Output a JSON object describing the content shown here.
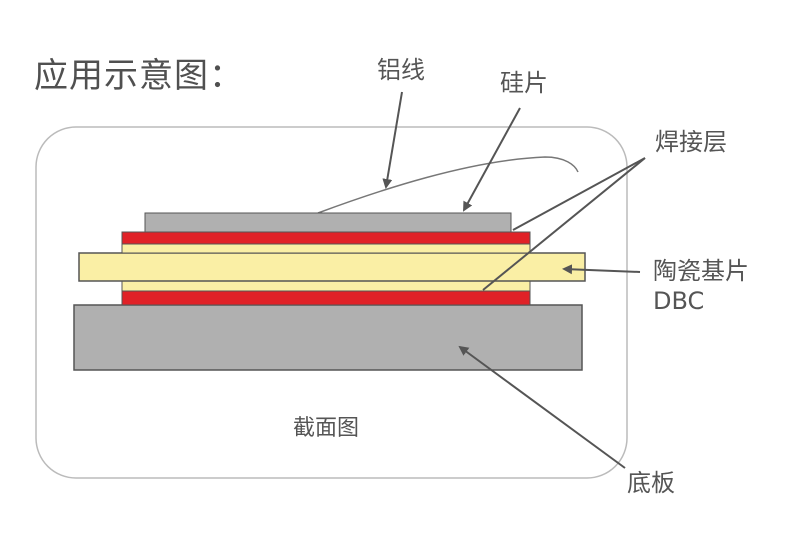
{
  "title": "应用示意图：",
  "labels": {
    "wire": "铝线",
    "chip": "硅片",
    "solder": "焊接层",
    "ceramic": "陶瓷基片",
    "ceramic_sub": "DBC",
    "section": "截面图",
    "base": "底板"
  },
  "colors": {
    "chip": "#b0b0b0",
    "solder": "#e02127",
    "copper_layer": "#faefa5",
    "ceramic": "#faefa5",
    "base": "#b0b0b0",
    "outline": "#555555",
    "frame": "#bbbbbb",
    "arrow": "#555555"
  },
  "layers_top_to_bottom": [
    "硅片",
    "焊接层",
    "陶瓷基片 DBC",
    "焊接层",
    "底板"
  ]
}
